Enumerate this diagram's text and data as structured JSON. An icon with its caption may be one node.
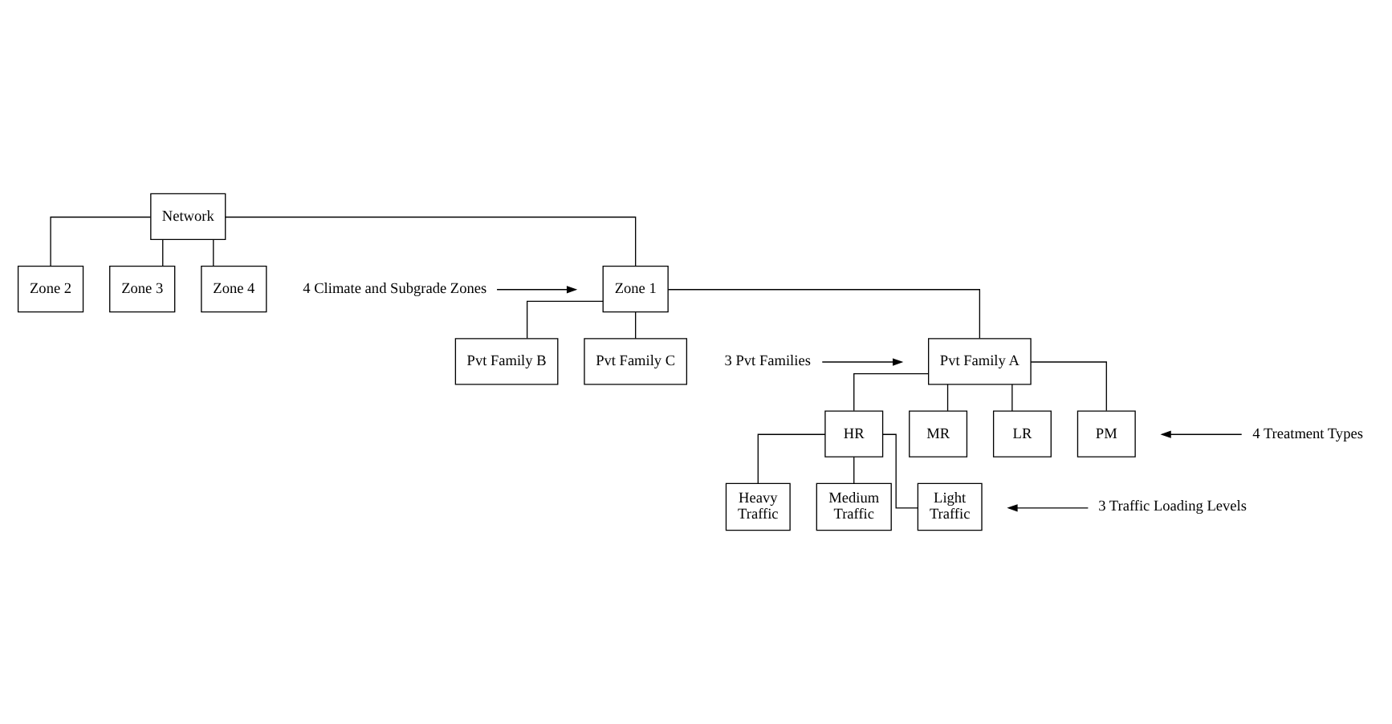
{
  "diagram": {
    "nodes": [
      {
        "text": [
          "Network"
        ]
      },
      {
        "text": [
          "4 Climate and Subgrade Zones"
        ]
      },
      {
        "text": [
          "Zone 1"
        ]
      },
      {
        "text": [
          "Zone 2"
        ]
      },
      {
        "text": [
          "Zone 3"
        ]
      },
      {
        "text": [
          "Zone 4"
        ]
      },
      {
        "text": [
          "3 Pvt Families"
        ]
      },
      {
        "text": [
          "Pvt Family A"
        ]
      },
      {
        "text": [
          "Pvt Family B"
        ]
      },
      {
        "text": [
          "Pvt Family C"
        ]
      },
      {
        "text": [
          "HR"
        ]
      },
      {
        "text": [
          "MR"
        ]
      },
      {
        "text": [
          "LR"
        ]
      },
      {
        "text": [
          "PM"
        ]
      },
      {
        "text": [
          "4 Treatment Types"
        ]
      },
      {
        "text": [
          "Heavy Traffic"
        ]
      },
      {
        "text": [
          "Medium Traffic"
        ]
      },
      {
        "text": [
          "Light Traffic"
        ]
      },
      {
        "text": [
          "3 Traffic Loading Levels"
        ]
      }
    ],
    "edges": [
      {
        "from": 0,
        "to": 2,
        "arrow": "none"
      },
      {
        "from": 0,
        "to": 3,
        "arrow": "none"
      },
      {
        "from": 0,
        "to": 4,
        "arrow": "none"
      },
      {
        "from": 0,
        "to": 5,
        "arrow": "none"
      },
      {
        "from": 2,
        "to": 7,
        "arrow": "none"
      },
      {
        "from": 2,
        "to": 8,
        "arrow": "none"
      },
      {
        "from": 2,
        "to": 9,
        "arrow": "none"
      },
      {
        "from": 7,
        "to": 10,
        "arrow": "none"
      },
      {
        "from": 7,
        "to": 11,
        "arrow": "none"
      },
      {
        "from": 7,
        "to": 12,
        "arrow": "none"
      },
      {
        "from": 7,
        "to": 13,
        "arrow": "none"
      },
      {
        "from": 10,
        "to": 15,
        "arrow": "none"
      },
      {
        "from": 10,
        "to": 16,
        "arrow": "none"
      },
      {
        "from": 10,
        "to": 17,
        "arrow": "none"
      },
      {
        "from": 1,
        "to": null,
        "arrow": "to"
      },
      {
        "from": 6,
        "to": null,
        "arrow": "to"
      },
      {
        "from": 14,
        "to": null,
        "arrow": "to"
      },
      {
        "from": 18,
        "to": null,
        "arrow": "to"
      }
    ]
  }
}
